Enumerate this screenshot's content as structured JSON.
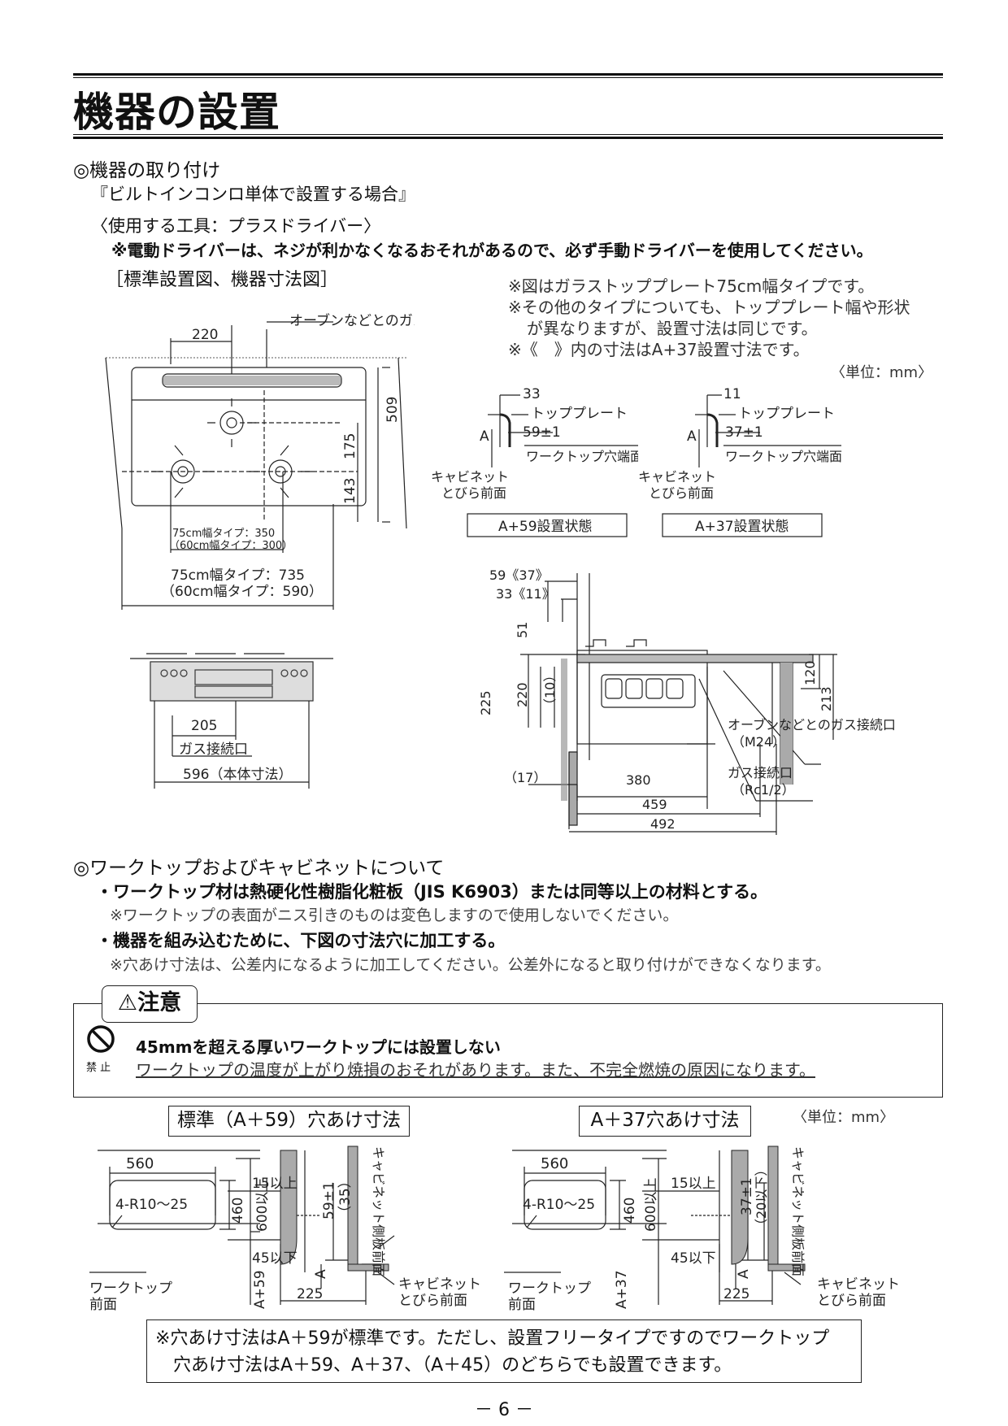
{
  "page": {
    "title": "機器の設置",
    "page_number": "－ 6 －"
  },
  "section1": {
    "heading": "◎機器の取り付け",
    "sub": "『ビルトインコンロ単体で設置する場合』",
    "tools": "〈使用する工具：プラスドライバー〉",
    "tools_note": "※電動ドライバーは、ネジが利かなくなるおそれがあるので、必ず手動ドライバーを使用してください。",
    "diagram_title": "［標準設置図、機器寸法図］",
    "side_notes": [
      "※図はガラストッププレート75cm幅タイプです。",
      "※その他のタイプについても、トッププレート幅や形状",
      "が異なりますが、設置寸法は同じです。",
      "※《　》内の寸法はA+37設置寸法です。"
    ],
    "unit": "〈単位：mm〉"
  },
  "top_view": {
    "gas_label": "オーブンなどとのガス接続口",
    "dim_220": "220",
    "dim_509": "509",
    "dim_175": "175",
    "dim_143": "143",
    "inner_75": "75cm幅タイプ：350",
    "inner_60": "（60cm幅タイプ：300）",
    "outer_75": "75cm幅タイプ：735",
    "outer_60": "（60cm幅タイプ：590）"
  },
  "front_view": {
    "dim_205": "205",
    "gas_port": "ガス接続口",
    "body_width": "596（本体寸法）"
  },
  "detail_a59": {
    "dim_top": "33",
    "top_plate": "トッププレート",
    "letter": "A",
    "dim_tol": "59±1",
    "hole_edge": "ワークトップ穴端面",
    "cabinet1": "キャビネット",
    "cabinet2": "とびら前面",
    "state": "A+59設置状態"
  },
  "detail_a37": {
    "dim_top": "11",
    "top_plate": "トッププレート",
    "letter": "A",
    "dim_tol": "37±1",
    "hole_edge": "ワークトップ穴端面",
    "cabinet1": "キャビネット",
    "cabinet2": "とびら前面",
    "state": "A+37設置状態"
  },
  "side_view": {
    "d59": "59《37》",
    "d33": "33《11》",
    "d51": "51",
    "d225": "225",
    "d220": "220",
    "d10": "（10）",
    "d120": "120",
    "d213": "213",
    "oven_gas1": "オーブンなどとのガス接続口",
    "oven_gas2": "（M24）",
    "gas1": "ガス接続口",
    "gas2": "（Rc1/2）",
    "d17": "（17）",
    "d380": "380",
    "d459": "459",
    "d492": "492"
  },
  "section2": {
    "heading": "◎ワークトップおよびキャビネットについて",
    "b1": "・ワークトップ材は熱硬化性樹脂化粧板（JIS K6903）または同等以上の材料とする。",
    "n1": "※ワークトップの表面がニス引きのものは変色しますので使用しないでください。",
    "b2": "・機器を組み込むために、下図の寸法穴に加工する。",
    "n2": "※穴あけ寸法は、公差内になるように加工してください。公差外になると取り付けができなくなります。"
  },
  "caution": {
    "tag": "⚠注意",
    "prohibit": "禁 止",
    "headline": "45mmを超える厚いワークトップには設置しない",
    "detail": "ワークトップの温度が上がり焼損のおそれがあります。また、不完全燃焼の原因になります。"
  },
  "cutout_std": {
    "title": "標準（A＋59）穴あけ寸法",
    "w560": "560",
    "radius": "4-R10〜25",
    "d460": "460",
    "d600": "600以上",
    "front1": "ワークトップ",
    "front2": "前面",
    "a59": "A+59",
    "d15": "15以上",
    "d45": "45以下",
    "tol": "59±1",
    "d35": "（35）",
    "letter": "A",
    "d225": "225",
    "cab_side": "キャビネット側板前面",
    "cab_door1": "キャビネット",
    "cab_door2": "とびら前面"
  },
  "cutout_37": {
    "title": "A＋37穴あけ寸法",
    "unit": "〈単位：mm〉",
    "w560": "560",
    "radius": "4-R10〜25",
    "d460": "460",
    "d600": "600以上",
    "front1": "ワークトップ",
    "front2": "前面",
    "a37": "A+37",
    "d15": "15以上",
    "d45": "45以下",
    "tol": "37±1",
    "d20": "（20以下）",
    "letter": "A",
    "d225": "225",
    "cab_side": "キャビネット側板前面",
    "cab_door1": "キャビネット",
    "cab_door2": "とびら前面"
  },
  "footer_note": {
    "line1": "※穴あけ寸法はA＋59が標準です。ただし、設置フリータイプですのでワークトップ",
    "line2": "穴あけ寸法はA＋59、A＋37、（A＋45）のどちらでも設置できます。"
  }
}
